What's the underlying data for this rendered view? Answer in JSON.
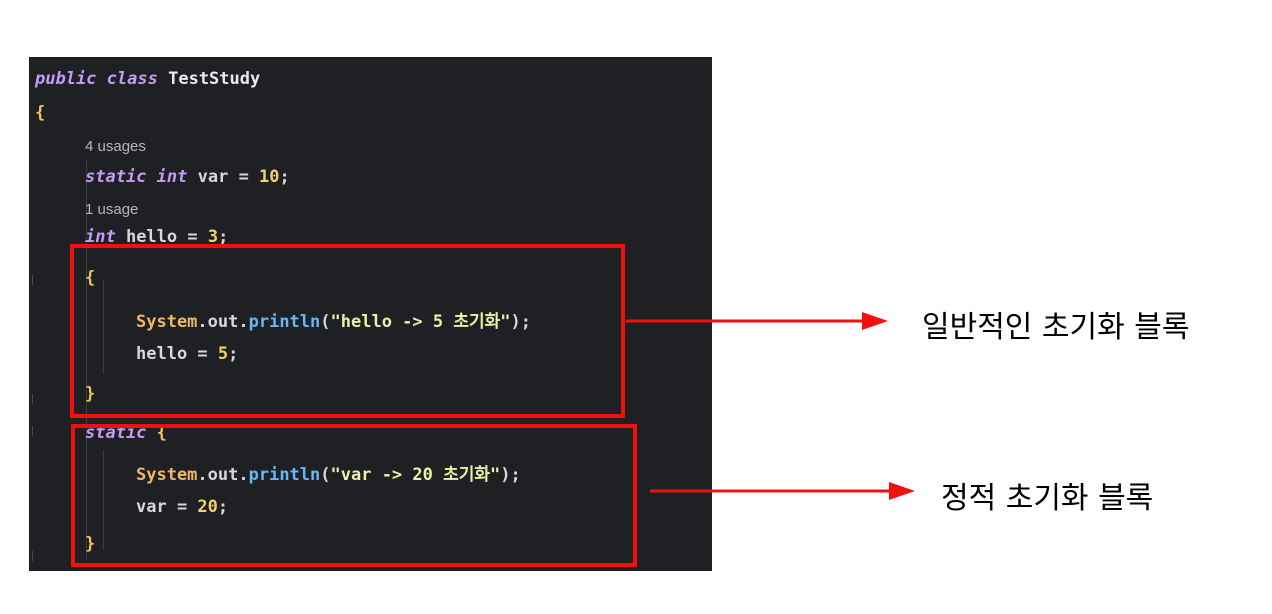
{
  "code": {
    "l1_public": "public",
    "l1_class": "class",
    "l1_name": "TestStudy",
    "open_brace": "{",
    "hint_4usages": "4 usages",
    "l_static": "static",
    "l_int": "int",
    "l_var_decl": " var = ",
    "l_var_val": "10",
    "semi": ";",
    "hint_1usage": "1 usage",
    "l_hello_decl": " hello = ",
    "l_hello_val": "3",
    "inner_open": "{",
    "sys": "System",
    "dot_out": ".out.",
    "println": "println",
    "paren_open": "(",
    "str_hello": "\"hello -> 5 초기화\"",
    "paren_close": ");",
    "hello_assign": "hello = ",
    "hello_new": "5",
    "inner_close": "}",
    "static_kw": "static",
    "static_brace": " {",
    "str_var": "\"var -> 20 초기화\"",
    "var_assign": "var = ",
    "var_new": "20",
    "static_close": "}"
  },
  "annotations": {
    "instance_block": "일반적인 초기화 블록",
    "static_block": "정적 초기화 블록"
  },
  "colors": {
    "highlight_box": "#f20f0f",
    "editor_bg": "#1f2023"
  }
}
